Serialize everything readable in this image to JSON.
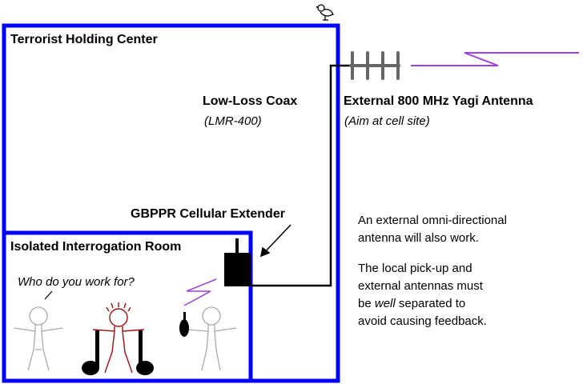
{
  "diagram": {
    "outer_room": {
      "label": "Terrorist Holding Center",
      "border_color": "#0000ff"
    },
    "inner_room": {
      "label": "Isolated Interrogation Room",
      "border_color": "#0000ff"
    },
    "coax": {
      "label": "Low-Loss Coax",
      "sublabel": "(LMR-400)"
    },
    "yagi": {
      "label": "External 800 MHz Yagi Antenna",
      "sublabel": "(Aim at cell site)"
    },
    "extender": {
      "label": "GBPPR Cellular Extender"
    },
    "speech": "Who do you work for?",
    "notes": {
      "line1": "An external omni-directional",
      "line2": "antenna will also work.",
      "line3": "The local pick-up and",
      "line4": "external antennas must",
      "line5_pre": "be ",
      "line5_em": "well",
      "line5_post": " separated to",
      "line6": "avoid causing feedback."
    },
    "colors": {
      "signal": "#a040e0",
      "antenna": "#666666",
      "prisoner": "#a01010",
      "person": "#aaaaaa"
    }
  }
}
